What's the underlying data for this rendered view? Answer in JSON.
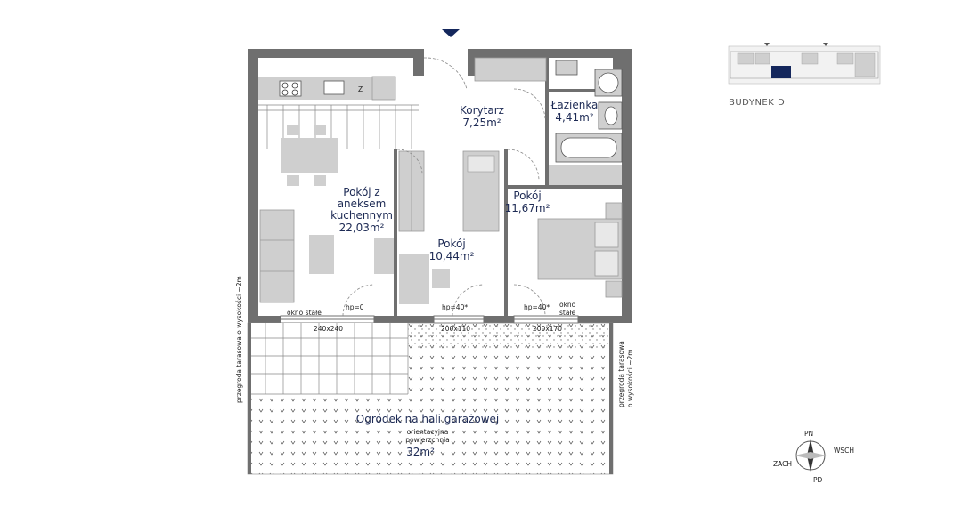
{
  "rooms": {
    "living": {
      "line1": "Pokój z",
      "line2": "aneksem",
      "line3": "kuchennym",
      "area": "22,03m²"
    },
    "corridor": {
      "name": "Korytarz",
      "area": "7,25m²"
    },
    "bathroom": {
      "name": "Łazienka",
      "area": "4,41m²"
    },
    "room_a": {
      "name": "Pokój",
      "area": "11,67m²"
    },
    "room_b": {
      "name": "Pokój",
      "area": "10,44m²"
    },
    "garden": {
      "name": "Ogródek na hali garażowej",
      "note1": "orientacyjna",
      "note2": "powierzchnia",
      "area": "32m²"
    }
  },
  "windows": {
    "w1_note": "okno stałe",
    "w1_hp": "hp=0",
    "w1_size": "240x240",
    "w2_hp": "hp=40*",
    "w2_size": "200x110",
    "w3_hp": "hp=40*",
    "w3_size": "200x170",
    "w3_note1": "okno",
    "w3_note2": "stałe"
  },
  "partition_left": "przegroda tarasowa o wysokości ~2m",
  "partition_right_1": "przegroda tarasowa",
  "partition_right_2": "o wysokości ~2m",
  "building": "BUDYNEK D",
  "compass": {
    "n": "PN",
    "e": "WSCH",
    "w": "ZACH",
    "s": "PD"
  },
  "kitchen_letter": "Z",
  "colors": {
    "wall": "#6f6f6f",
    "furniture": "#cfcfcf",
    "text": "#1e2b55",
    "highlight": "#14275c"
  }
}
